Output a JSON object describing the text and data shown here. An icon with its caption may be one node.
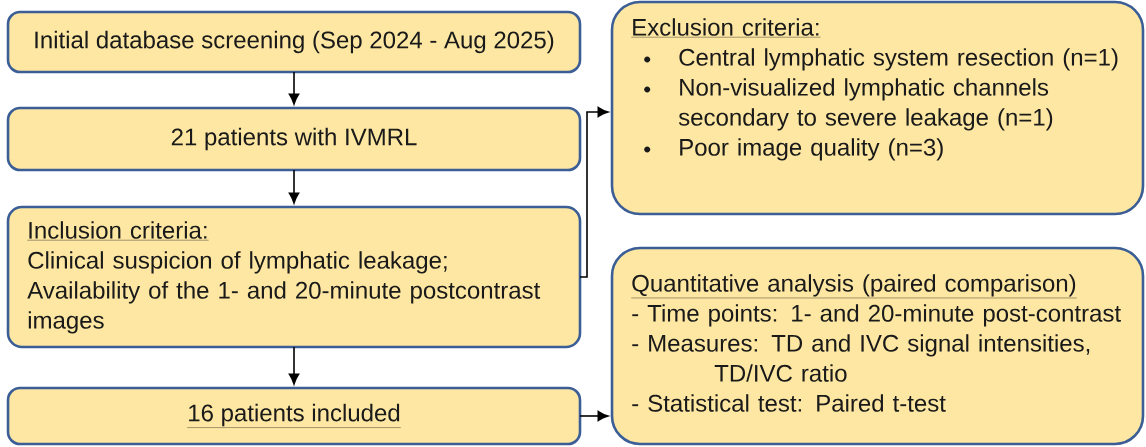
{
  "diagram": {
    "nodes": [
      {
        "text": [
          "Initial database screening (Sep 2024 - Aug 2025)"
        ]
      },
      {
        "text": [
          "21 patients with IVMRL"
        ]
      },
      {
        "text": [
          "Inclusion criteria:",
          "Clinical suspicion of lymphatic leakage;",
          "Availability of the 1- and 20-minute postcontrast images"
        ]
      },
      {
        "text": [
          "16 patients included"
        ]
      },
      {
        "text": [
          "Exclusion criteria:",
          "Central lymphatic system resection (n=1)",
          "Non-visualized lymphatic channels secondary to severe leakage (n=1)",
          "Poor image quality (n=3)"
        ]
      },
      {
        "text": [
          "Quantitative analysis (paired comparison)",
          "- Time points: 1- and 20-minute post-contrast",
          "- Measures: TD and IVC signal intensities, TD/IVC ratio",
          "- Statistical test: Paired t-test"
        ]
      }
    ],
    "edges": [
      {
        "from": 0,
        "to": 1,
        "arrow": "to"
      },
      {
        "from": 1,
        "to": 2,
        "arrow": "to"
      },
      {
        "from": 2,
        "to": 3,
        "arrow": "to"
      },
      {
        "from": 2,
        "to": 4,
        "arrow": "to"
      },
      {
        "from": 3,
        "to": 5,
        "arrow": "to"
      }
    ]
  }
}
